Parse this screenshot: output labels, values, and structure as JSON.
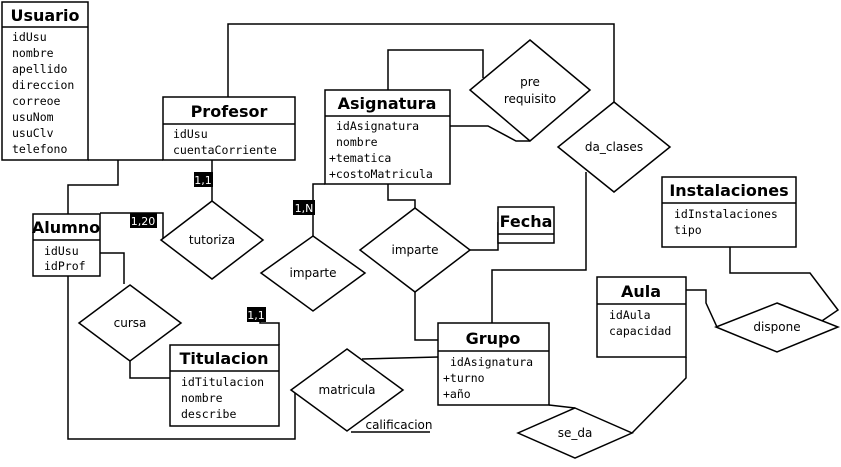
{
  "entities": {
    "usuario": {
      "title": "Usuario",
      "attrs": [
        "idUsu",
        "nombre",
        "apellido",
        "direccion",
        "correoe",
        "usuNom",
        "usuClv",
        "telefono"
      ]
    },
    "profesor": {
      "title": "Profesor",
      "attrs": [
        "idUsu",
        "cuentaCorriente"
      ]
    },
    "alumno": {
      "title": "Alumno",
      "attrs": [
        "idUsu",
        "idProf"
      ]
    },
    "asignatura": {
      "title": "Asignatura",
      "attrs": [
        "idAsignatura",
        "nombre",
        "+tematica",
        "+costoMatricula"
      ]
    },
    "titulacion": {
      "title": "Titulacion",
      "attrs": [
        "idTitulacion",
        "nombre",
        "describe"
      ]
    },
    "grupo": {
      "title": "Grupo",
      "attrs": [
        "idAsignatura",
        "+turno",
        "+año"
      ]
    },
    "fecha": {
      "title": "Fecha",
      "attrs": []
    },
    "instalaciones": {
      "title": "Instalaciones",
      "attrs": [
        "idInstalaciones",
        "tipo"
      ]
    },
    "aula": {
      "title": "Aula",
      "attrs": [
        "idAula",
        "capacidad"
      ]
    }
  },
  "relationships": {
    "tutoriza": "tutoriza",
    "imparte_left": "imparte",
    "imparte_right": "imparte",
    "prerequisito_line1": "pre",
    "prerequisito_line2": "requisito",
    "da_clases": "da_clases",
    "cursa": "cursa",
    "matricula": "matricula",
    "se_da": "se_da",
    "dispone": "dispone"
  },
  "attribute_labels": {
    "calificacion": "calificacion"
  },
  "cardinalities": {
    "profesor_tutoriza": "1,1",
    "alumno_tutoriza": "1,20",
    "asignatura_imparte": "1,N",
    "titulacion_imparte": "1,1"
  },
  "colors": {
    "line": "#000000",
    "background": "#ffffff",
    "cardinality_bg": "#000000",
    "cardinality_text": "#ffffff"
  }
}
